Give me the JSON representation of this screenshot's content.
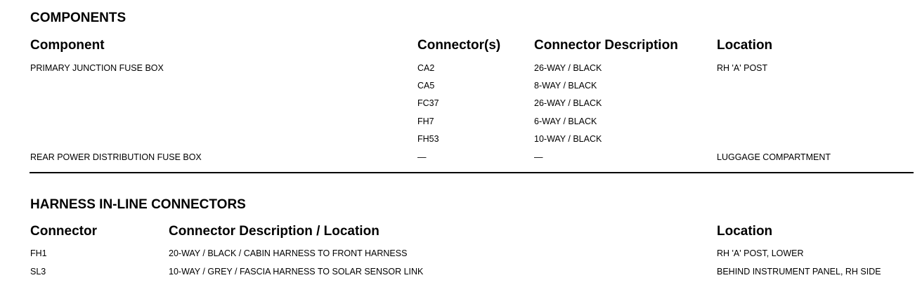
{
  "components": {
    "title": "COMPONENTS",
    "headers": {
      "component": "Component",
      "connectors": "Connector(s)",
      "description": "Connector Description",
      "location": "Location"
    },
    "rows": [
      {
        "component": "PRIMARY JUNCTION FUSE BOX",
        "connector": "CA2",
        "description": "26-WAY / BLACK",
        "location": "RH 'A' POST"
      },
      {
        "component": "",
        "connector": "CA5",
        "description": "8-WAY / BLACK",
        "location": ""
      },
      {
        "component": "",
        "connector": "FC37",
        "description": "26-WAY / BLACK",
        "location": ""
      },
      {
        "component": "",
        "connector": "FH7",
        "description": "6-WAY / BLACK",
        "location": ""
      },
      {
        "component": "",
        "connector": "FH53",
        "description": "10-WAY / BLACK",
        "location": ""
      },
      {
        "component": "REAR POWER DISTRIBUTION FUSE BOX",
        "connector": "—",
        "description": "—",
        "location": "LUGGAGE COMPARTMENT"
      }
    ]
  },
  "harness": {
    "title": "HARNESS IN-LINE CONNECTORS",
    "headers": {
      "connector": "Connector",
      "description": "Connector Description / Location",
      "location": "Location"
    },
    "rows": [
      {
        "connector": "FH1",
        "description": "20-WAY / BLACK / CABIN HARNESS TO FRONT HARNESS",
        "location": "RH 'A' POST, LOWER"
      },
      {
        "connector": "SL3",
        "description": "10-WAY / GREY / FASCIA HARNESS TO SOLAR SENSOR LINK",
        "location": "BEHIND INSTRUMENT PANEL, RH SIDE"
      }
    ]
  }
}
